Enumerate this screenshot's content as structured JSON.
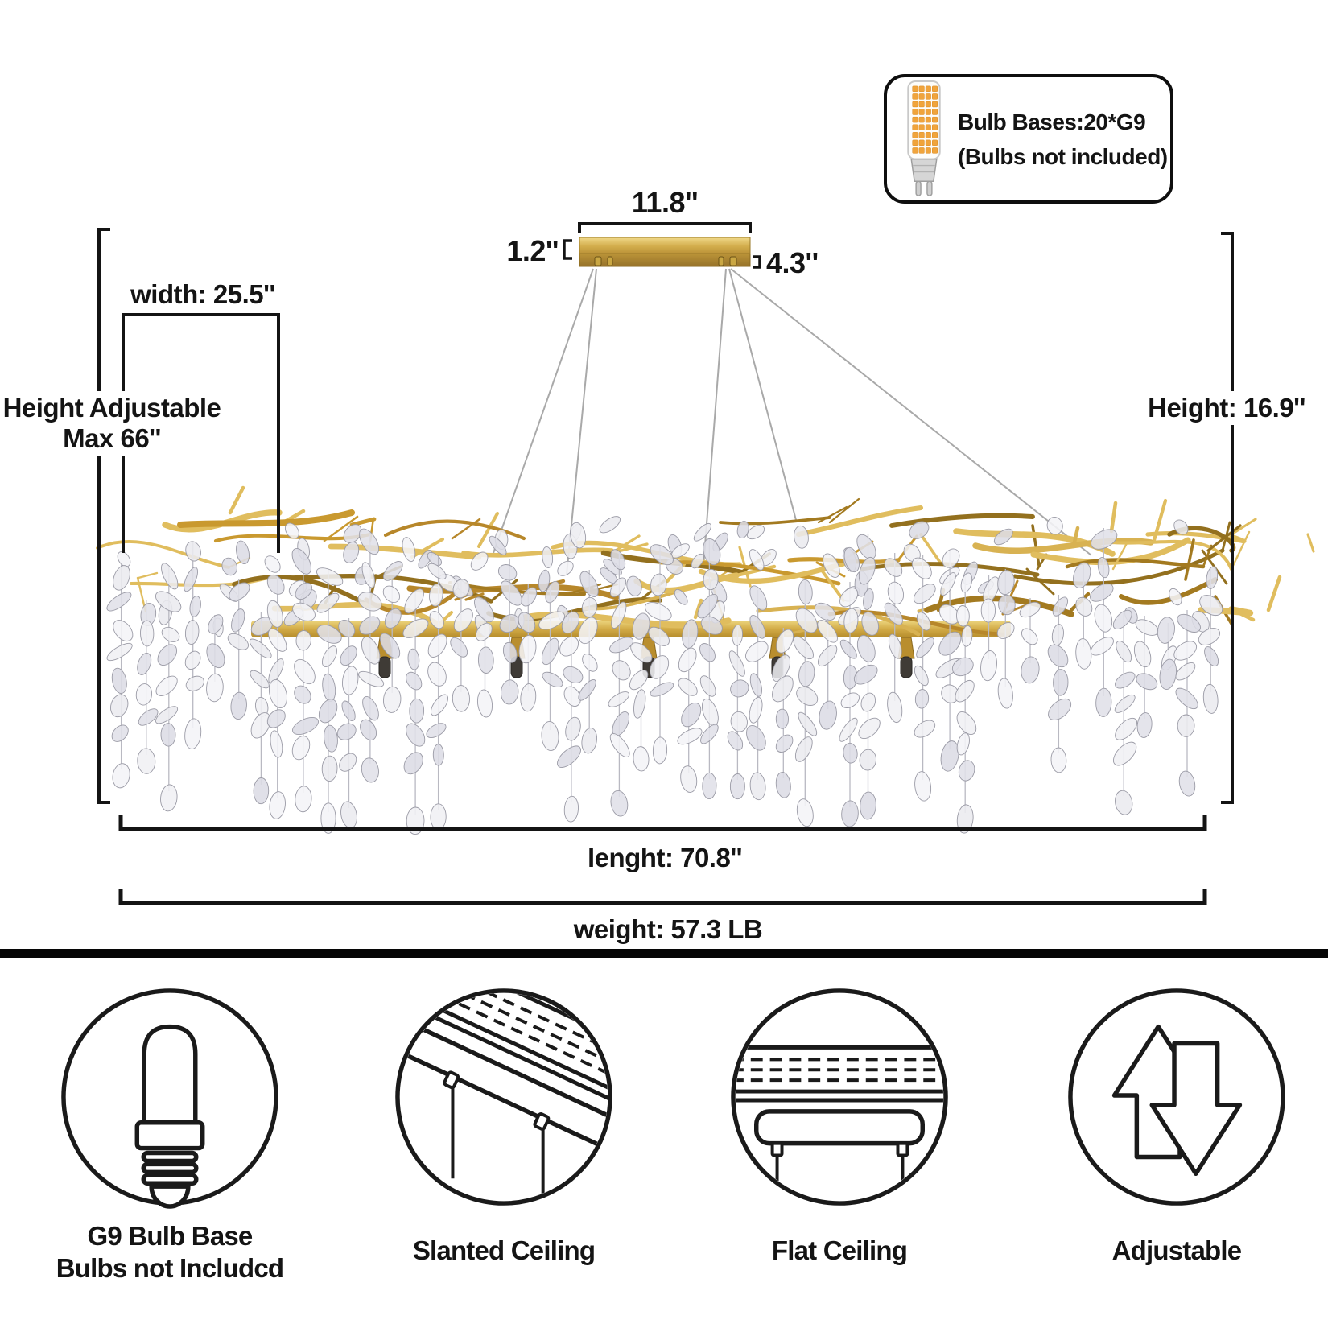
{
  "callout": {
    "line1": "Bulb Bases:20*G9",
    "line2": "(Bulbs not included)"
  },
  "dimensions": {
    "canopy_length": "11.8''",
    "canopy_height": "1.2''",
    "canopy_width": "4.3''",
    "fixture_width": "width: 25.5''",
    "height_adjustable_1": "Height Adjustable",
    "height_adjustable_2": "Max 66''",
    "fixture_height": "Height: 16.9''",
    "fixture_length": "lenght: 70.8''",
    "fixture_weight": "weight: 57.3 LB"
  },
  "features": [
    {
      "icon": "g9-bulb-base-icon",
      "line1": "G9 Bulb Base",
      "line2": "Bulbs not Includcd"
    },
    {
      "icon": "slanted-ceiling-icon",
      "line1": "Slanted Ceiling"
    },
    {
      "icon": "flat-ceiling-icon",
      "line1": "Flat Ceiling"
    },
    {
      "icon": "adjustable-icon",
      "line1": "Adjustable"
    }
  ],
  "colors": {
    "line_black": "#141414",
    "divider_black": "#060606",
    "wire_gray": "#a9a9a9",
    "accent_gold": "#c49e3e",
    "gold_palette": [
      "#c9992f",
      "#b7872a",
      "#d8b252",
      "#a37a20",
      "#e0bd5e",
      "#93701e"
    ],
    "crystal_palette": [
      "#f4f4f7",
      "#eaeaef",
      "#e0e0e8",
      "#f0f0f4",
      "#dcdce5"
    ],
    "crystal_stroke": "#9b9ba6",
    "led_orange": "#f0a43c",
    "socket_dark": "#3f3b36"
  }
}
